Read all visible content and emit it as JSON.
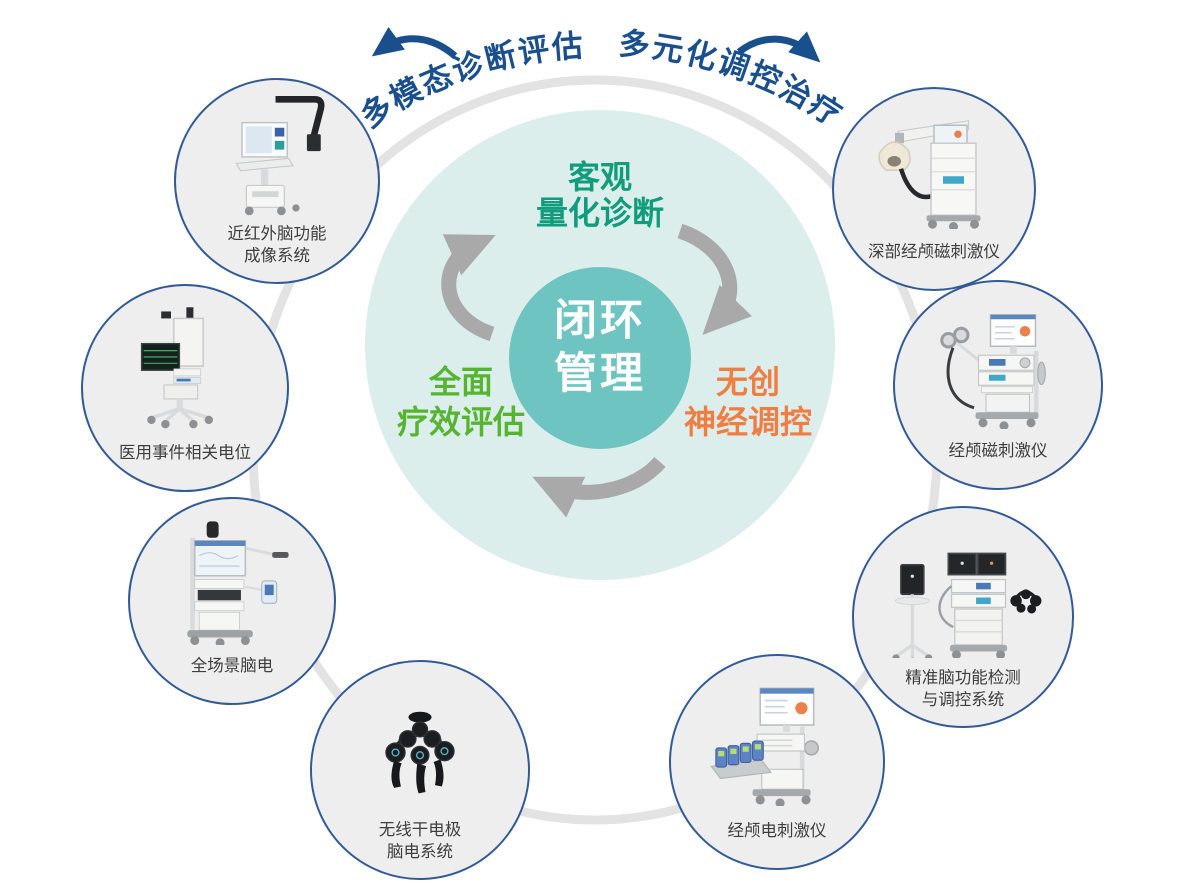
{
  "diagram": {
    "arc_left_label": "多模态诊断评估",
    "arc_right_label": "多元化调控治疗",
    "center_title_line1": "闭环",
    "center_title_line2": "管理",
    "phase_top_line1": "客观",
    "phase_top_line2": "量化诊断",
    "phase_right_line1": "无创",
    "phase_right_line2": "神经调控",
    "phase_left_line1": "全面",
    "phase_left_line2": "疗效评估"
  },
  "devices": [
    {
      "id": "nirs",
      "label_line1": "近红外脑功能",
      "label_line2": "成像系统"
    },
    {
      "id": "erp",
      "label_line1": "医用事件相关电位",
      "label_line2": ""
    },
    {
      "id": "eeg",
      "label_line1": "全场景脑电",
      "label_line2": ""
    },
    {
      "id": "headset",
      "label_line1": "无线干电极",
      "label_line2": "脑电系统"
    },
    {
      "id": "tes",
      "label_line1": "经颅电刺激仪",
      "label_line2": ""
    },
    {
      "id": "precision",
      "label_line1": "精准脑功能检测",
      "label_line2": "与调控系统"
    },
    {
      "id": "tms",
      "label_line1": "经颅磁刺激仪",
      "label_line2": ""
    },
    {
      "id": "dtms",
      "label_line1": "深部经颅磁刺激仪",
      "label_line2": ""
    }
  ],
  "colors": {
    "arc_text_and_arrows": "#1a4f8e",
    "phase_top": "#119c7b",
    "phase_left": "#57b431",
    "phase_right": "#ee7e44",
    "center_circle": "#6ec4c1",
    "cycle_background_circle": "#dceeec",
    "outer_ring": "#e3e3e3",
    "cycle_arrows": "#a9a9a9",
    "device_circle_border": "#325b96",
    "device_circle_fill": "#eeeeee",
    "device_label_text": "#3e3e3e"
  }
}
